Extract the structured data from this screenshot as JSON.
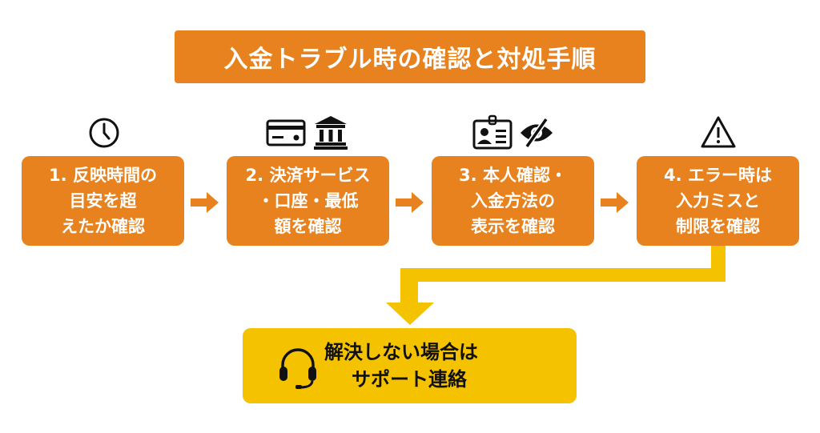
{
  "title": "入金トラブル時の確認と対処手順",
  "steps": [
    {
      "lines": [
        "1. 反映時間の",
        "目安を超",
        "えたか確認"
      ],
      "icons": [
        "clock-icon"
      ]
    },
    {
      "lines": [
        "2. 決済サービス",
        "・口座・最低",
        "額を確認"
      ],
      "icons": [
        "credit-card-icon",
        "bank-icon"
      ]
    },
    {
      "lines": [
        "3. 本人確認・",
        "入金方法の",
        "表示を確認"
      ],
      "icons": [
        "id-card-icon",
        "eye-slash-icon"
      ]
    },
    {
      "lines": [
        "4. エラー時は",
        "入力ミスと",
        "制限を確認"
      ],
      "icons": [
        "warning-icon"
      ]
    }
  ],
  "final": {
    "lines": [
      "解決しない場合は",
      "サポート連絡"
    ],
    "icon": "headset-icon"
  },
  "colors": {
    "orange": "#E8821E",
    "yellow": "#F5C200"
  }
}
